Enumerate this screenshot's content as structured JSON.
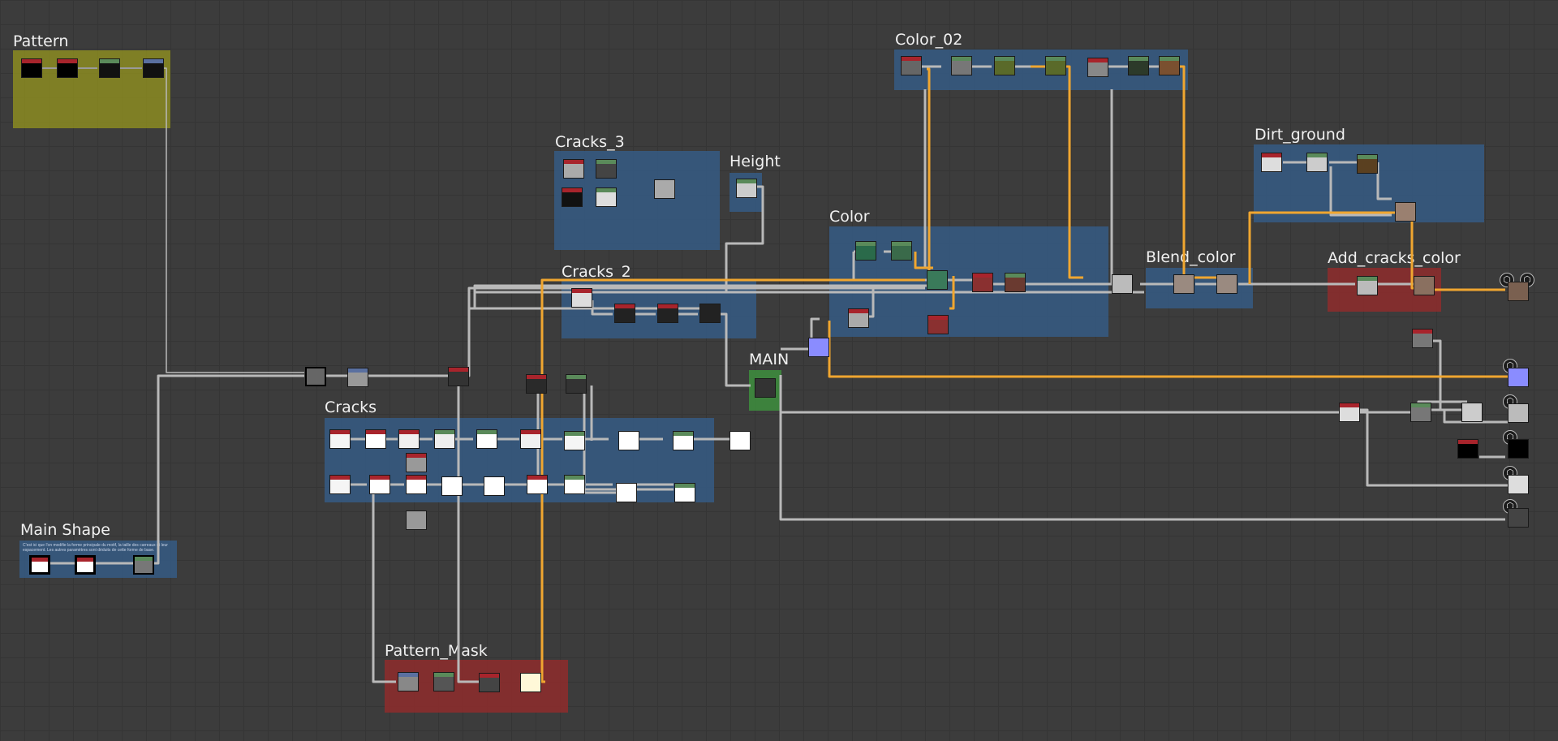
{
  "frames": [
    {
      "id": "pattern",
      "title": "Pattern",
      "color": "#8c8c1f"
    },
    {
      "id": "main-shape",
      "title": "Main Shape",
      "color": "#355a84",
      "comment": "C'est ici que l'on modifie la forme principale du motif, la taille des carreaux et leur espacement. Les autres paramètres sont déduits de cette forme de base."
    },
    {
      "id": "color-02",
      "title": "Color_02",
      "color": "#355a84"
    },
    {
      "id": "cracks-3",
      "title": "Cracks_3",
      "color": "#355a84"
    },
    {
      "id": "height",
      "title": "Height",
      "color": "#355a84"
    },
    {
      "id": "dirt-ground",
      "title": "Dirt_ground",
      "color": "#355a84"
    },
    {
      "id": "color",
      "title": "Color",
      "color": "#355a84"
    },
    {
      "id": "blend-color",
      "title": "Blend_color",
      "color": "#355a84"
    },
    {
      "id": "add-cracks-color",
      "title": "Add_cracks_color",
      "color": "#8a2c2c"
    },
    {
      "id": "cracks-2",
      "title": "Cracks_2",
      "color": "#355a84"
    },
    {
      "id": "main",
      "title": "MAIN",
      "color": "#3d8a3d"
    },
    {
      "id": "cracks",
      "title": "Cracks",
      "color": "#355a84"
    },
    {
      "id": "pattern-mask",
      "title": "Pattern_Mask",
      "color": "#8a2c2c"
    }
  ],
  "colors": {
    "background": "#3c3c3c",
    "wire": "#b9b9b9",
    "wire_highlight": "#f0a630",
    "header_red": "#a8242c",
    "header_green": "#5a8a5a",
    "header_blue": "#5a70a0",
    "output_node": "#8a8cff"
  },
  "output_icons": [
    "cube-icon",
    "cube-icon",
    "cube-icon",
    "cube-icon",
    "cube-icon",
    "cube-icon",
    "cube-icon"
  ]
}
